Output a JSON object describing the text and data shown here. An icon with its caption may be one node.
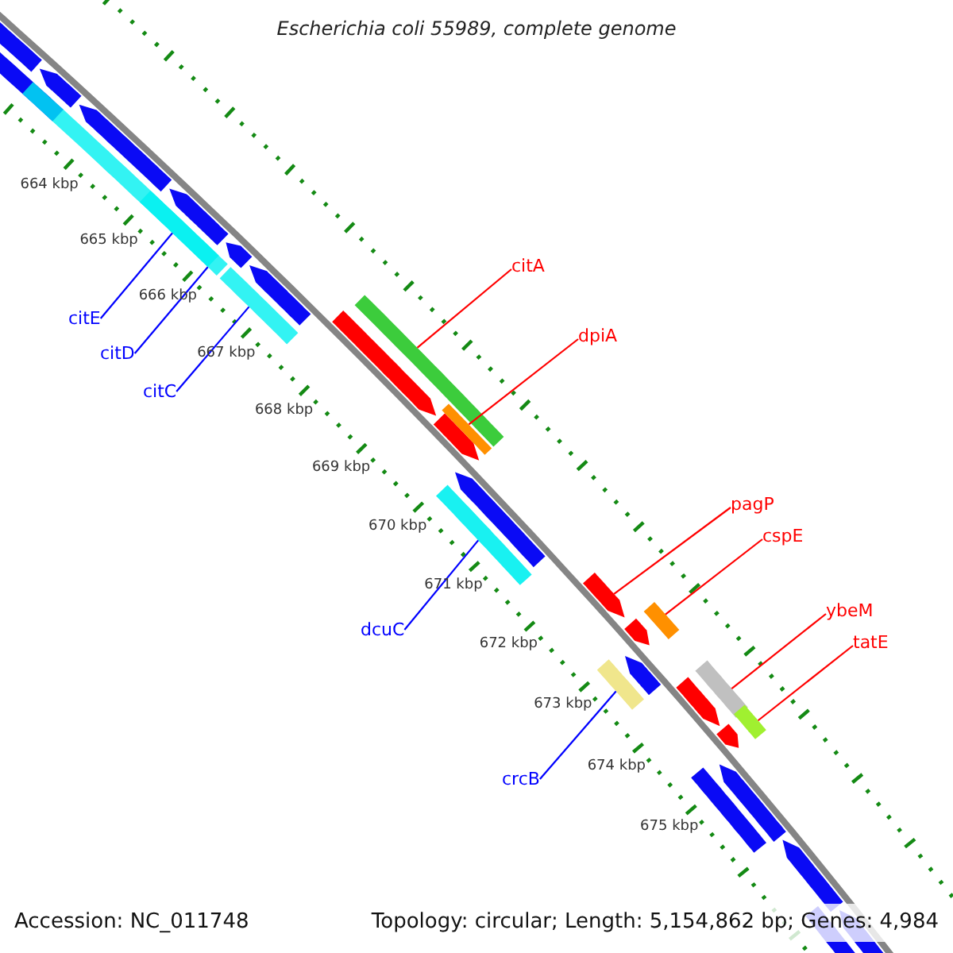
{
  "diagram": {
    "title": "Escherichia coli 55989, complete genome",
    "nodes": [
      {
        "text": [
          "citA"
        ]
      },
      {
        "text": [
          "citE"
        ]
      },
      {
        "text": [
          "dpiA"
        ]
      },
      {
        "text": [
          "citD"
        ]
      },
      {
        "text": [
          "citC"
        ]
      },
      {
        "text": [
          "pagP"
        ]
      },
      {
        "text": [
          "cspE"
        ]
      },
      {
        "text": [
          "ybeM"
        ]
      },
      {
        "text": [
          "dcuC"
        ]
      },
      {
        "text": [
          "tatE"
        ]
      },
      {
        "text": [
          "crcB"
        ]
      },
      {
        "text": [],
        "shape": "bar"
      },
      {
        "text": [],
        "shape": "bar"
      },
      {
        "text": [],
        "shape": "bar"
      },
      {
        "text": [],
        "shape": "bar"
      },
      {
        "text": [],
        "shape": "bar"
      },
      {
        "text": [],
        "shape": "bar"
      },
      {
        "text": [],
        "shape": "arrow"
      },
      {
        "text": [],
        "shape": "bar"
      },
      {
        "text": [],
        "shape": "bar"
      },
      {
        "text": [],
        "shape": "bar"
      },
      {
        "text": [],
        "shape": "bar"
      }
    ],
    "edges": [
      {
        "from": 0,
        "to": 14,
        "arrow": "none"
      },
      {
        "from": 1,
        "to": 11,
        "arrow": "none",
        "color": "#0000ff"
      },
      {
        "from": 2,
        "to": 15,
        "arrow": "none"
      },
      {
        "from": 3,
        "to": 12,
        "arrow": "none",
        "color": "#0000ff"
      },
      {
        "from": 4,
        "to": 13,
        "arrow": "none",
        "color": "#0000ff"
      },
      {
        "from": 5,
        "to": 17,
        "arrow": "none"
      },
      {
        "from": 6,
        "to": 18,
        "arrow": "none"
      },
      {
        "from": 7,
        "to": 20,
        "arrow": "none"
      },
      {
        "from": 8,
        "to": 16,
        "arrow": "none",
        "color": "#0000ff"
      },
      {
        "from": 9,
        "to": 21,
        "arrow": "none"
      },
      {
        "from": 10,
        "to": 19,
        "arrow": "none",
        "color": "#0000ff"
      }
    ],
    "labels": [
      "664 kbp",
      "665 kbp",
      "666 kbp",
      "667 kbp",
      "668 kbp",
      "669 kbp",
      "670 kbp",
      "671 kbp",
      "672 kbp",
      "673 kbp",
      "674 kbp",
      "675 kbp",
      "Accession: NC_011748",
      "Topology: circular; Length: 5,154,862 bp; Genes: 4,984"
    ]
  }
}
